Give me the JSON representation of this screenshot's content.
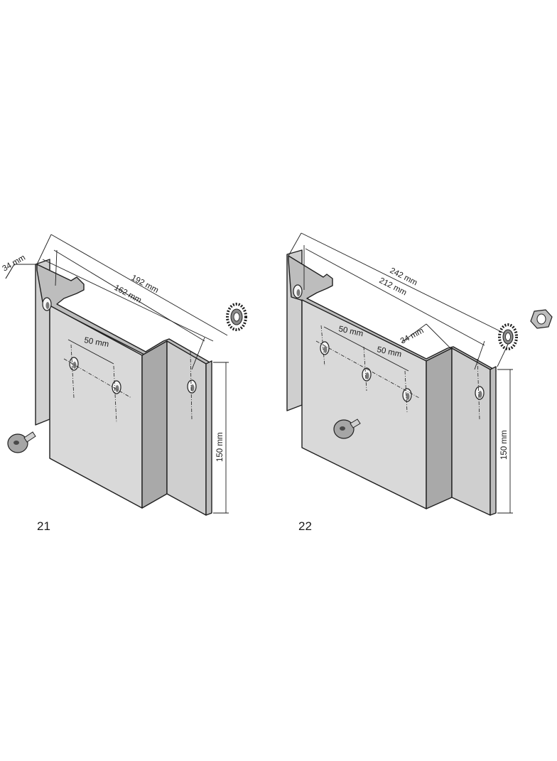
{
  "figures": [
    {
      "number": "21",
      "dims": {
        "flange": "34 mm",
        "overall": "192 mm",
        "inner": "162 mm",
        "hole_spacing": "50 mm",
        "height": "150 mm"
      }
    },
    {
      "number": "22",
      "dims": {
        "overall": "242 mm",
        "inner": "212 mm",
        "hole_spacing_1": "50 mm",
        "hole_spacing_2": "50 mm",
        "flange": "34 mm",
        "height": "150 mm"
      }
    }
  ],
  "icons": [
    "bolt-icon",
    "serrated-washer-icon",
    "hex-nut-icon"
  ]
}
